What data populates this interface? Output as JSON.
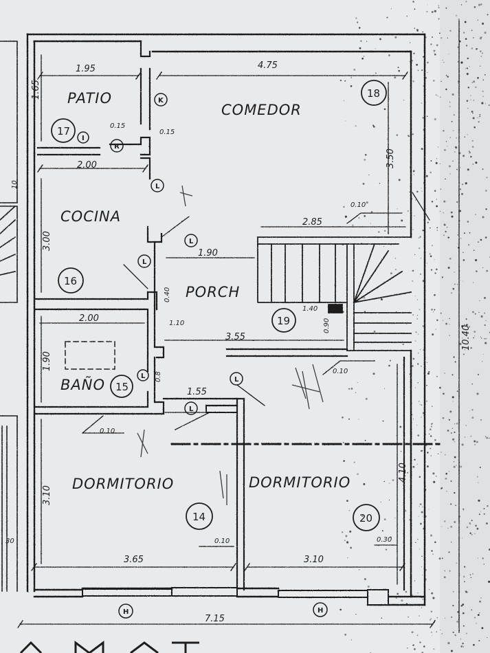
{
  "colors": {
    "ink": "#1e1e1e",
    "paper": "#e9eaec"
  },
  "rooms": {
    "patio": "PATIO",
    "comedor": "COMEDOR",
    "cocina": "COCINA",
    "porch": "PORCH",
    "bano": "BAÑO",
    "dorm_left": "DORMITORIO",
    "dorm_right": "DORMITORIO"
  },
  "room_numbers": {
    "n14": "14",
    "n15": "15",
    "n16": "16",
    "n17": "17",
    "n18": "18",
    "n19": "19",
    "n20": "20"
  },
  "dimensions": {
    "patio_width": "1.95",
    "patio_height": "1.65",
    "comedor_width": "4.75",
    "comedor_height": "3.50",
    "wall_015_a": "0.15",
    "wall_015_b": "0.15",
    "cocina_width": "2.00",
    "cocina_height": "3.00",
    "stair_offset": "0.10",
    "stair_width": "2.85",
    "porch_width": "1.90",
    "porch_wall": "1.10",
    "porch_depth": "3.55",
    "stair_small_1": "0.40",
    "stair_small_2": "1.40",
    "stair_small_3": "0.90",
    "porch_small": "0.10",
    "porch_small_2": "0.8",
    "bano_width": "2.00",
    "bano_height": "1.90",
    "wall_right": "0.10",
    "hall_width": "1.55",
    "wall_left_low": "0.10",
    "dorm_left_height": "3.10",
    "dorm_right_height": "4.10",
    "dorm_left_wall": "0.10",
    "dorm_right_wall": "0.30",
    "dorm_left_width": "3.65",
    "dorm_right_width": "3.10",
    "total_width": "7.15",
    "total_height": "10.40",
    "left_edge_1": "10",
    "left_edge_2": "30"
  },
  "symbols": {
    "k": "K",
    "l": "L",
    "i": "I",
    "r": "R",
    "h": "H"
  }
}
